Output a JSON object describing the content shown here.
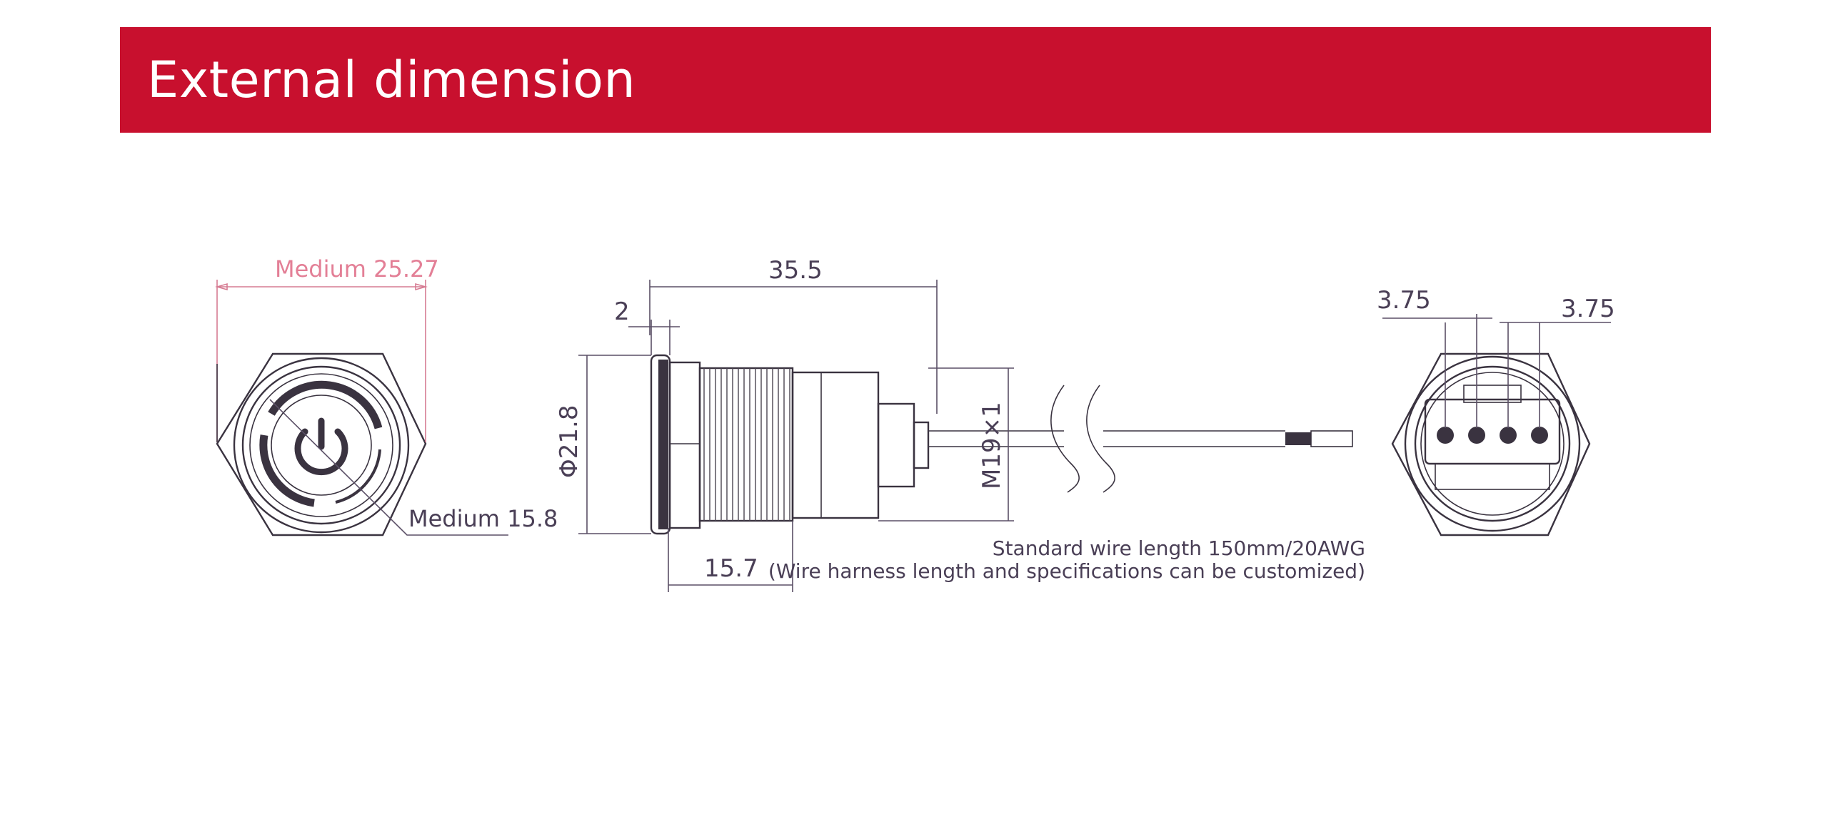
{
  "header": {
    "title": "External dimension"
  },
  "front_view": {
    "outer_dimension": "Medium  25.27",
    "inner_dimension": "Medium 15.8",
    "icon": "power-icon"
  },
  "side_view": {
    "length_total": "35.5",
    "flange_thickness": "2",
    "diameter": "Φ21.8",
    "thread_length": "15.7",
    "thread_spec": "M19×1",
    "wire_note_line1": "Standard wire length 150mm/20AWG",
    "wire_note_line2": "(Wire harness length and specifications can be customized)"
  },
  "rear_view": {
    "pin_spacing_left": "3.75",
    "pin_spacing_right": "3.75"
  },
  "colors": {
    "header_red": "#c8102e",
    "dimension_text": "#4a3f56",
    "faded_dimension_text": "#e37f96"
  }
}
